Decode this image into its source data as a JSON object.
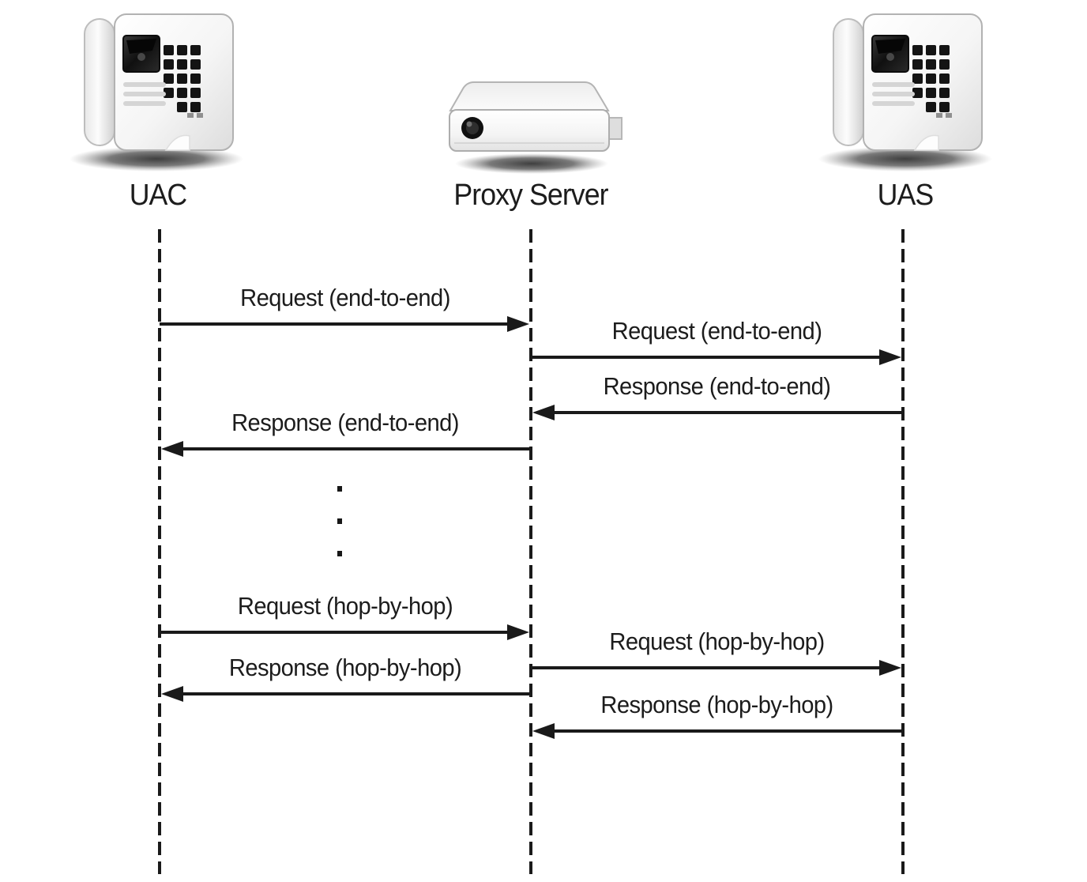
{
  "diagram": {
    "actors": [
      {
        "id": "uac",
        "label": "UAC",
        "icon": "desk-phone-icon"
      },
      {
        "id": "proxy",
        "label": "Proxy Server",
        "icon": "proxy-server-icon"
      },
      {
        "id": "uas",
        "label": "UAS",
        "icon": "desk-phone-icon"
      }
    ],
    "messages": [
      {
        "label": "Request (end-to-end)",
        "from": "uac",
        "to": "proxy"
      },
      {
        "label": "Request (end-to-end)",
        "from": "proxy",
        "to": "uas"
      },
      {
        "label": "Response (end-to-end)",
        "from": "uas",
        "to": "proxy"
      },
      {
        "label": "Response (end-to-end)",
        "from": "proxy",
        "to": "uac"
      },
      {
        "type": "ellipsis",
        "between": [
          "uac",
          "proxy"
        ],
        "dots": 3
      },
      {
        "label": "Request (hop-by-hop)",
        "from": "uac",
        "to": "proxy"
      },
      {
        "label": "Request (hop-by-hop)",
        "from": "proxy",
        "to": "uas"
      },
      {
        "label": "Response (hop-by-hop)",
        "from": "proxy",
        "to": "uac"
      },
      {
        "label": "Response (hop-by-hop)",
        "from": "uas",
        "to": "proxy"
      }
    ],
    "colors": {
      "line": "#1a1a1a",
      "text": "#1c1c1c",
      "background": "#ffffff"
    }
  }
}
